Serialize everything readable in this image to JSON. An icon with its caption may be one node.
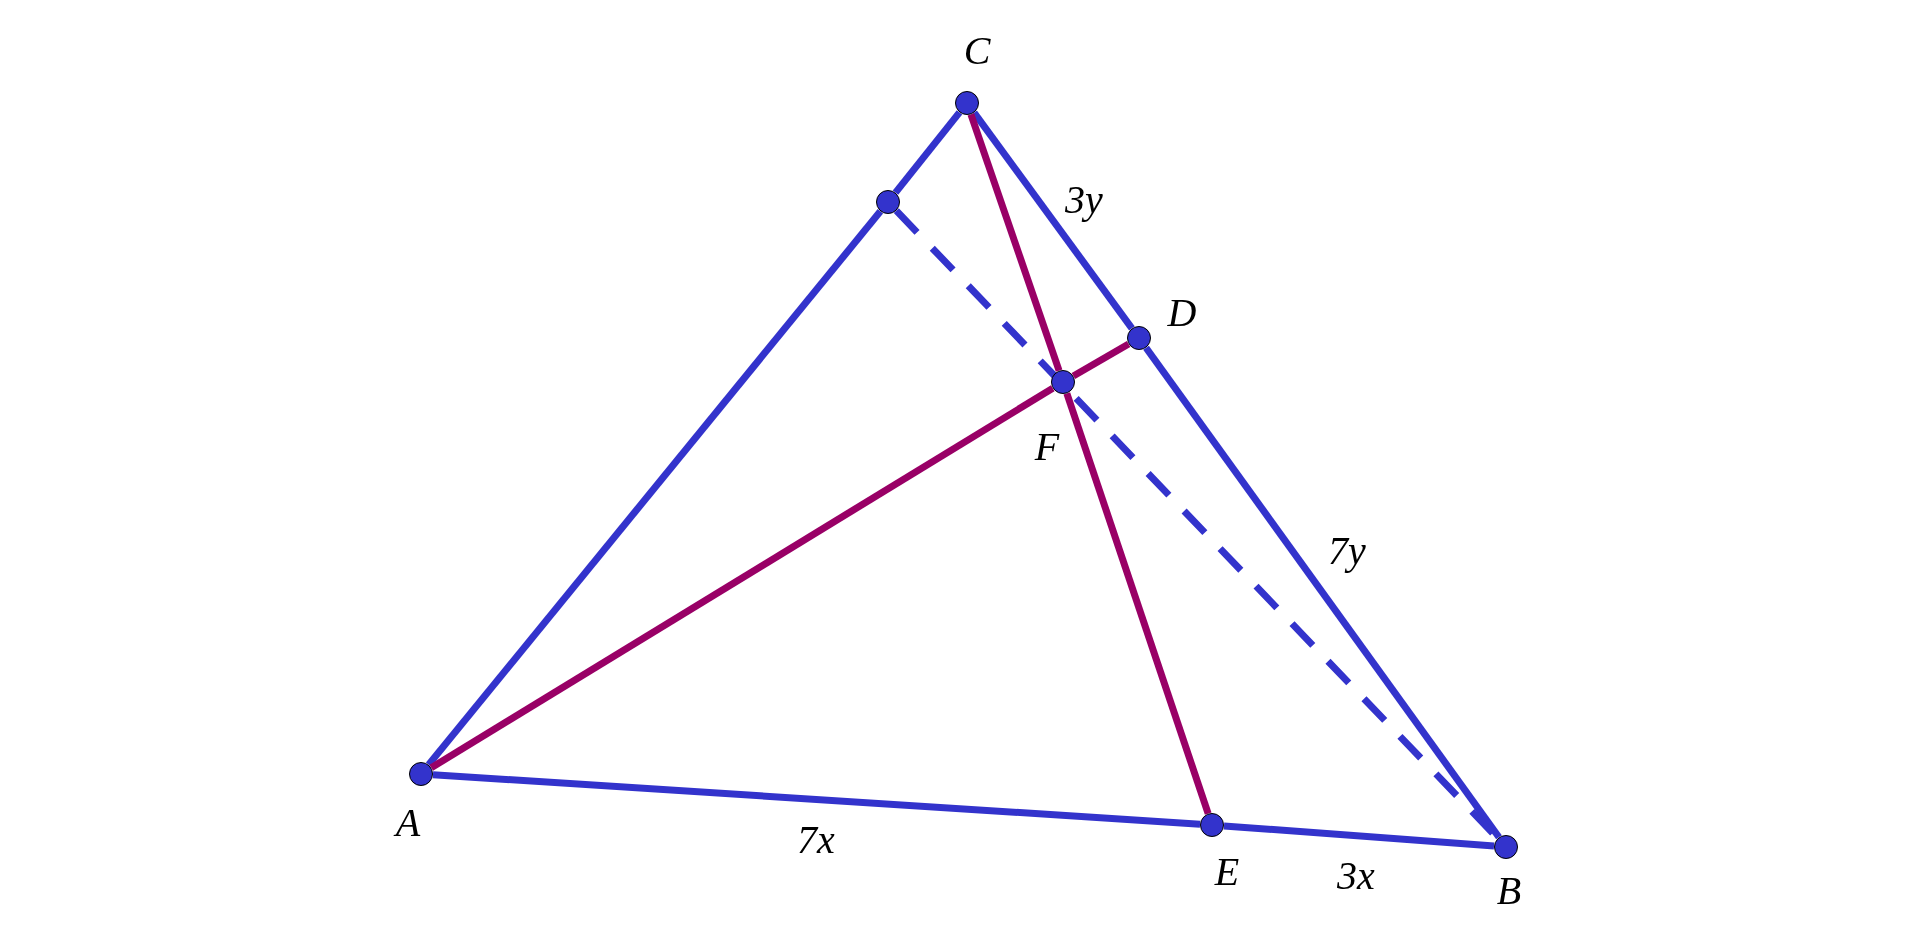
{
  "diagram": {
    "nodes": [
      {
        "text": [
          "C"
        ]
      },
      {
        "text": [],
        "shape": "circle"
      },
      {
        "text": [
          "D"
        ]
      },
      {
        "text": [
          "F"
        ]
      },
      {
        "text": [
          "A"
        ]
      },
      {
        "text": [
          "E"
        ]
      },
      {
        "text": [
          "B"
        ]
      }
    ],
    "edges": [
      {
        "from": 4,
        "to": 1,
        "arrow": "none"
      },
      {
        "from": 1,
        "to": 0,
        "arrow": "none"
      },
      {
        "from": 0,
        "to": 2,
        "arrow": "none",
        "label": "3y"
      },
      {
        "from": 2,
        "to": 6,
        "arrow": "none",
        "label": "7y"
      },
      {
        "from": 4,
        "to": 5,
        "arrow": "none",
        "label": "7x"
      },
      {
        "from": 5,
        "to": 6,
        "arrow": "none",
        "label": "3x"
      },
      {
        "from": 4,
        "to": 3,
        "arrow": "none",
        "color": "#990066"
      },
      {
        "from": 3,
        "to": 2,
        "arrow": "none",
        "color": "#990066"
      },
      {
        "from": 0,
        "to": 3,
        "arrow": "none",
        "color": "#990066"
      },
      {
        "from": 3,
        "to": 5,
        "arrow": "none",
        "color": "#990066"
      },
      {
        "from": 1,
        "to": 6,
        "arrow": "none",
        "style": "dashed"
      }
    ]
  }
}
